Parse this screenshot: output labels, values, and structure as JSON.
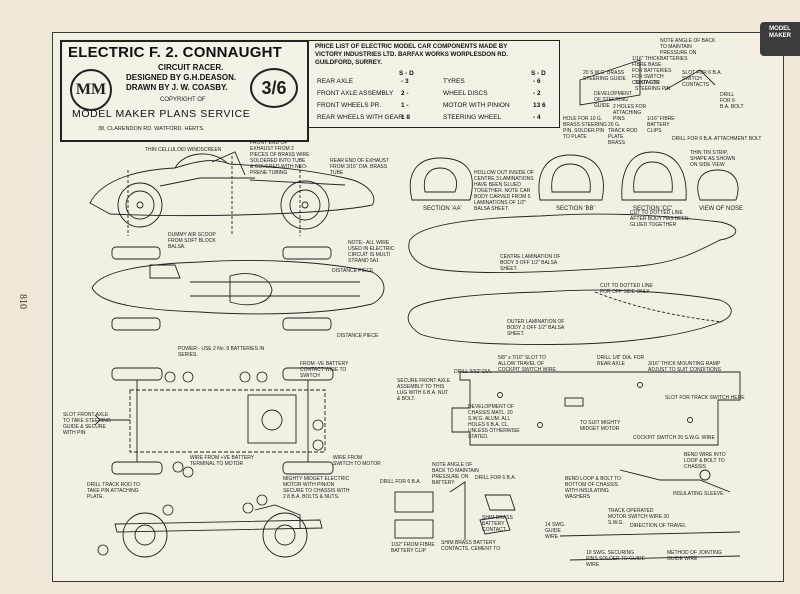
{
  "page_number": "810",
  "side_tab": {
    "line1": "MODEL",
    "line2": "MAKER"
  },
  "title_box": {
    "title": "ELECTRIC F. 2. CONNAUGHT",
    "subtitle": "CIRCUIT RACER.",
    "designed_by": "DESIGNED BY G.H.DEASON.",
    "drawn_by": "DRAWN BY J. W. COASBY.",
    "logo": "MM",
    "price": "3/6",
    "copyright": "COPYRIGHT OF",
    "publisher": "MODEL MAKER PLANS SERVICE",
    "address": "38, CLARENDON RD. WATFORD. HERTS."
  },
  "price_list": {
    "heading_1": "PRICE LIST OF ELECTRIC MODEL CAR COMPONENTS MADE BY",
    "heading_2": "VICTORY INDUSTRIES LTD. BARFAX WORKS WORPLESDON RD.",
    "heading_3": "GUILDFORD, SURREY.",
    "col_header": "S - D",
    "left_items": [
      {
        "name": "REAR AXLE",
        "price": "- 3"
      },
      {
        "name": "FRONT AXLE ASSEMBLY",
        "price": "2 -"
      },
      {
        "name": "FRONT WHEELS PR.",
        "price": "1 -"
      },
      {
        "name": "REAR WHEELS WITH GEAR",
        "price": "1 8"
      }
    ],
    "right_items": [
      {
        "name": "TYRES",
        "price": "- 6"
      },
      {
        "name": "WHEEL DISCS",
        "price": "- 2"
      },
      {
        "name": "MOTOR WITH PINION",
        "price": "13 6"
      },
      {
        "name": "STEERING WHEEL",
        "price": "- 4"
      }
    ]
  },
  "labels": {
    "windscreen": "THIN CELLULOID WINDSCREEN",
    "front_exhaust": "FRONT END OF EXHAUST FROM 2 PIECES OF BRASS WIRE SOLDERED INTO TUBE & COVERED WITH NEO-PRENE TUBING",
    "rear_exhaust": "REAR END OF EXHAUST FROM 3/16\" DIA. BRASS TUBE",
    "air_scoop": "DUMMY AIR SCOOP FROM SOFT BLOCK BALSA.",
    "wire_note": "NOTE:- ALL WIRE USED IN ELECTRIC CIRCUIT IS MULTI STRAND 5A1",
    "distance_piece_1": "DISTANCE PIECE",
    "distance_piece_2": "DISTANCE PIECE",
    "power": "POWER:- USE 2 No. 8 BATTERIES IN SERIES.",
    "from_ve_battery": "FROM -VE BATTERY CONTACT WIRE TO SWITCH",
    "slot_front_axle": "SLOT FRONT AXLE TO TAKE STEERING GUIDE & SECURE WITH PIN",
    "wire_from_ve": "WIRE FROM +VE BATTERY TERMINAL TO MOTOR",
    "wire_switch_motor": "WIRE FROM SWITCH TO MOTOR",
    "midget_motor": "MIGHTY MIDGET ELECTRIC MOTOR WITH PINION SECURE TO CHASSIS WITH 2 8 B.A. BOLTS & NUTS.",
    "drill_track_rod": "DRILL TRACK ROD TO TAKE PIN ATTACHING PLATE.",
    "section_aa": "SECTION 'AA'",
    "section_bb": "SECTION 'BB'",
    "section_cc": "SECTION 'CC'",
    "view_of_nose": "VIEW OF NOSE",
    "hollow_note": "HOLLOW OUT INSIDE OF CENTRE 3 LAMINATIONS HAVE BEEN GLUED TOGETHER. NOTE CAR BODY CARVED FROM 5 LAMINATIONS OF 1/2\" BALSA SHEET.",
    "thin_tin_strip": "THIN TIN STRIP, SHAPE AS SHOWN ON SIDE VIEW",
    "cut_dotted_1": "CUT TO DOTTED LINE AFTER BODY HAS BEEN GLUED TOGETHER",
    "centre_lamination": "CENTRE LAMINATION OF BODY 3 OFF 1/2\" BALSA SHEET.",
    "cut_dotted_2": "CUT TO DOTTED LINE FOR OFF SIDE ONLY",
    "outer_lamination": "OUTER LAMINATION OF BODY 2 OFF 1/2\" BALSA SHEET.",
    "secure_front_axle": "SECURE FRONT AXLE ASSEMBLY TO THIS LUG WITH 6 B.A. NUT & BOLT.",
    "drill_3_32": "DRILL 3/32\" DIA.",
    "slot_cockpit": "5/8\" x 7/16\" SLOT TO ALLOW TRAVEL OF COCKPIT SWITCH WIRE.",
    "drill_rear_axle": "DRILL 1/8\" DIA. FOR REAR AXLE",
    "thick_mounting": "3/16\" THICK MOUNTING RAMP ADJUST TO SUIT CONDITIONS",
    "development_chassis": "DEVELOPMENT OF CHASSIS MATL. 20 S.W.G. ALUM. ALL HOLES 6 B.A. CL. UNLESS OTHERWISE STATED.",
    "to_midget_motor": "TO SUIT MIGHTY MIDGET MOTOR",
    "slot_track_switch": "SLOT FOR TRACK SWITCH HERE",
    "drill_6ba_1": "DRILL FOR 6 B.A.",
    "drill_6ba_2": "DRILL FOR 6 B.A.",
    "note_angle_back": "NOTE ANGLE OF BACK TO MAINTAIN PRESSURE ON BATTERY",
    "fibre_clip": "1/32\" FROM FIBRE BATTERY CLIP",
    "brass_battery": "SHIM BRASS BATTERY CONTACT",
    "shim_contacts": "SHIM BRASS BATTERY CONTACTS. CEMENT TO",
    "cockpit_switch": "COCKPIT SWITCH 20 S.W.G. WIRE",
    "bend_wire": "BEND WIRE INTO LOOP & BOLT TO CHASSIS",
    "bend_loop": "BEND LOOP & BOLT TO BOTTOM OF CHASSIS WITH INSULATING WASHERS",
    "insulating_sleeve": "INSULATING SLEEVE",
    "track_operated": "TRACK OPERATED MOTOR SWITCH WIRE 20 S.W.G.",
    "guide_wire": "14 SWG. GUIDE WIRE",
    "direction": "DIRECTION OF TRAVEL",
    "securing_pins": "10 SWG. SECURING PINS SOLDER TO GUIDE WIRE",
    "jointing_wire": "METHOD OF JOINTING GUIDE WIRE",
    "note_angle_top": "NOTE ANGLE OF BACK TO MAINTAIN PRESSURE ON BATTERIES",
    "fibre_base": "1/16\" THICK FIBRE BASE FOR BATTERIES FOR SWITCH CONTACTS",
    "steering_guide": "20 S.W.G. BRASS STEERING GUIDE",
    "steering_pin": "SLOT FOR STEERING PIN",
    "dev_steering": "DEVELOPMENT OF STEERING GUIDE",
    "attach_pins": "2 HOLES FOR ATTACHING PINS",
    "hole_steering": "HOLE FOR 10 G. BRASS STEERING PIN. SOLDER PIN TO PLATE",
    "track_rod": "20 G. TRACK ROD PLATE BRASS",
    "fibre_clips": "1/16\" FIBRE BATTERY CLIPS",
    "drill_6ba_bolt": "DRILL FOR 6 B.A. BOLT",
    "drill_attach_bolt": "DRILL FOR 6 B.A. ATTACHMENT BOLT",
    "slot_switch_contacts": "SLOT FOR 6 B.A. SWITCH CONTACTS"
  }
}
